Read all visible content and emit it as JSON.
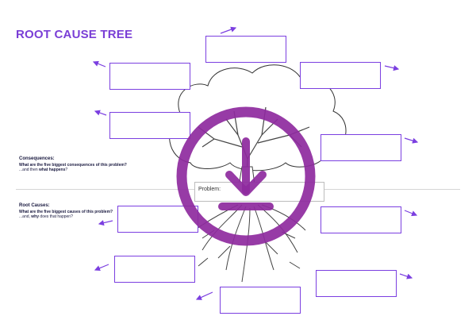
{
  "title": "ROOT CAUSE TREE",
  "consequences": {
    "heading": "Consequences:",
    "question": "What are the five biggest consequences of this problem?",
    "followup_prefix": "...and then ",
    "followup_bold": "what happens",
    "followup_suffix": "?"
  },
  "root_causes": {
    "heading": "Root Causes:",
    "question": "What are the five biggest causes of this problem?",
    "followup_prefix": "...and, ",
    "followup_bold": "why",
    "followup_suffix": " does that happen?"
  },
  "problem_label": "Problem:",
  "icons": [
    "download-icon",
    "tree-illustration",
    "arrow-icon"
  ],
  "colors": {
    "title": "#7a3ed6",
    "box_border": "#7b3fe0",
    "download_overlay": "#8e2a9e",
    "text": "#1a1a40"
  }
}
